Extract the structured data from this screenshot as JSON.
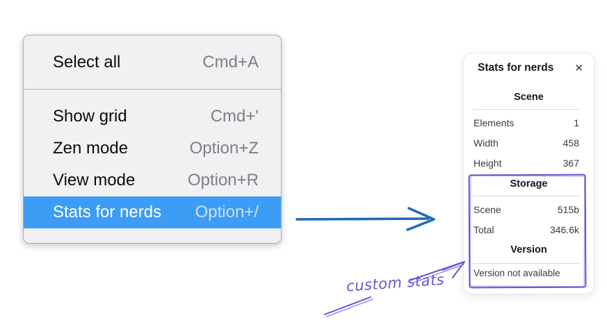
{
  "menu": {
    "highlight_color": "#3d9cf4",
    "items_section_1": [
      {
        "label": "Select all",
        "shortcut": "Cmd+A"
      }
    ],
    "items_section_2": [
      {
        "label": "Show grid",
        "shortcut": "Cmd+'"
      },
      {
        "label": "Zen mode",
        "shortcut": "Option+Z"
      },
      {
        "label": "View mode",
        "shortcut": "Option+R"
      },
      {
        "label": "Stats for nerds",
        "shortcut": "Option+/",
        "selected": true
      }
    ]
  },
  "stats_panel": {
    "title": "Stats for nerds",
    "close_icon": "✕",
    "scene": {
      "header": "Scene",
      "rows": [
        {
          "label": "Elements",
          "value": "1"
        },
        {
          "label": "Width",
          "value": "458"
        },
        {
          "label": "Height",
          "value": "367"
        }
      ]
    },
    "storage": {
      "header": "Storage",
      "rows": [
        {
          "label": "Scene",
          "value": "515b"
        },
        {
          "label": "Total",
          "value": "346.6k"
        }
      ]
    },
    "version": {
      "header": "Version",
      "note": "Version not available"
    }
  },
  "annotations": {
    "label": "custom stats",
    "purple": "#6a52d6",
    "blue": "#1d6bb8"
  }
}
